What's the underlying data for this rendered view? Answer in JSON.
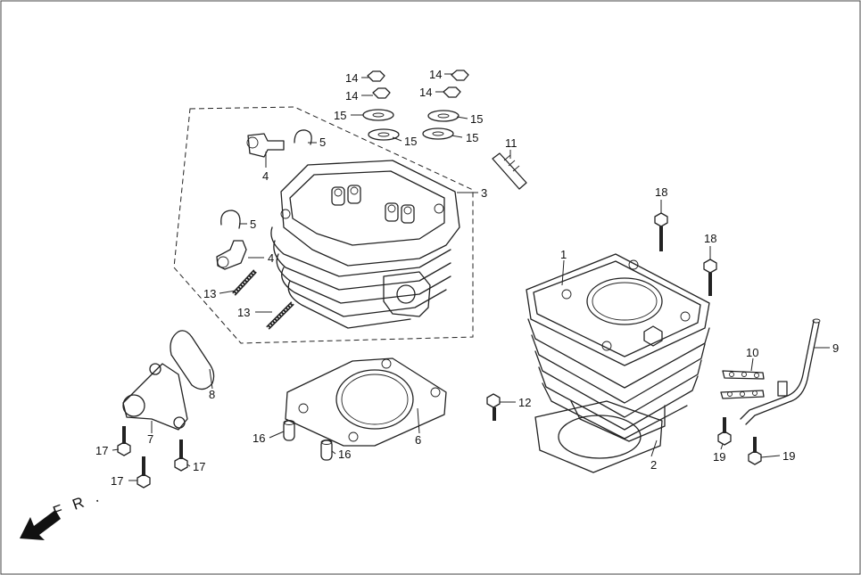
{
  "diagram": {
    "direction_label": "F R .",
    "callouts": [
      {
        "id": "c1",
        "text": "1"
      },
      {
        "id": "c2",
        "text": "2"
      },
      {
        "id": "c3",
        "text": "3"
      },
      {
        "id": "c4a",
        "text": "4"
      },
      {
        "id": "c4b",
        "text": "4"
      },
      {
        "id": "c5a",
        "text": "5"
      },
      {
        "id": "c5b",
        "text": "5"
      },
      {
        "id": "c6",
        "text": "6"
      },
      {
        "id": "c7",
        "text": "7"
      },
      {
        "id": "c8",
        "text": "8"
      },
      {
        "id": "c9",
        "text": "9"
      },
      {
        "id": "c10",
        "text": "10"
      },
      {
        "id": "c11",
        "text": "11"
      },
      {
        "id": "c12",
        "text": "12"
      },
      {
        "id": "c13a",
        "text": "13"
      },
      {
        "id": "c13b",
        "text": "13"
      },
      {
        "id": "c14a",
        "text": "14"
      },
      {
        "id": "c14b",
        "text": "14"
      },
      {
        "id": "c14c",
        "text": "14"
      },
      {
        "id": "c14d",
        "text": "14"
      },
      {
        "id": "c15a",
        "text": "15"
      },
      {
        "id": "c15b",
        "text": "15"
      },
      {
        "id": "c15c",
        "text": "15"
      },
      {
        "id": "c15d",
        "text": "15"
      },
      {
        "id": "c16a",
        "text": "16"
      },
      {
        "id": "c16b",
        "text": "16"
      },
      {
        "id": "c17a",
        "text": "17"
      },
      {
        "id": "c17b",
        "text": "17"
      },
      {
        "id": "c17c",
        "text": "17"
      },
      {
        "id": "c18a",
        "text": "18"
      },
      {
        "id": "c18b",
        "text": "18"
      },
      {
        "id": "c19a",
        "text": "19"
      },
      {
        "id": "c19b",
        "text": "19"
      }
    ]
  }
}
